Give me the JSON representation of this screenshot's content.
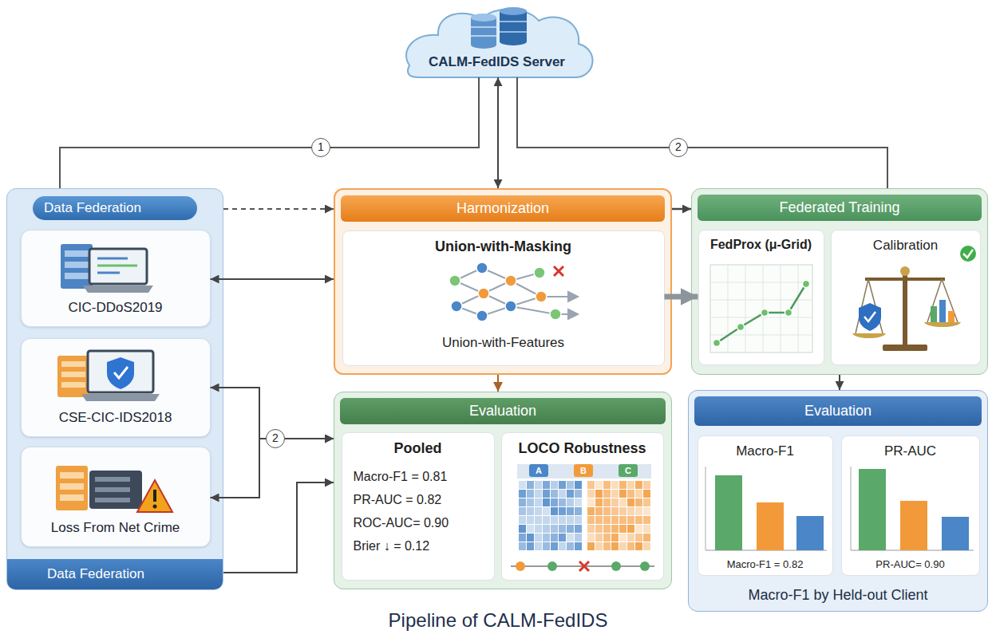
{
  "diagram": {
    "title": "Pipeline of CALM-FedIDS",
    "nodes": [
      {
        "text": [
          "CALM-FedIDS Server"
        ]
      },
      {
        "text": [
          "Data Federation",
          "Data Federation"
        ]
      },
      {
        "text": [
          "CIC-DDoS2019"
        ],
        "in": 1
      },
      {
        "text": [
          "CSE-CIC-IDS2018"
        ],
        "in": 1
      },
      {
        "text": [
          "Loss From Net Crime"
        ],
        "in": 1
      },
      {
        "text": [
          "Harmonization"
        ]
      },
      {
        "text": [
          "Union-with-Masking",
          "Union-with-Features"
        ],
        "in": 5
      },
      {
        "text": [
          "Federated Training"
        ]
      },
      {
        "text": [
          "FedProx (μ-Grid)"
        ],
        "in": 7
      },
      {
        "text": [
          "Calibration"
        ],
        "in": 7
      },
      {
        "text": [
          "Evaluation"
        ]
      },
      {
        "text": [
          "Pooled",
          "Macro-F1 = 0.81",
          "PR-AUC = 0.82",
          "ROC-AUC= 0.90",
          "Brier ↓ = 0.12"
        ],
        "in": 10
      },
      {
        "text": [
          "LOCO Robustness"
        ],
        "in": 10
      },
      {
        "text": [
          "Evaluation",
          "Macro-F1 by Held-out Client"
        ]
      },
      {
        "text": [
          "Macro-F1",
          "Macro-F1 = 0.82"
        ],
        "in": 13
      },
      {
        "text": [
          "PR-AUC",
          "PR-AUC= 0.90"
        ],
        "in": 13
      }
    ],
    "edges": [
      {
        "from": 0,
        "to": 5,
        "arrow": "both"
      },
      {
        "from": 1,
        "to": 0,
        "label": "1",
        "arrow": "none"
      },
      {
        "from": 0,
        "to": 7,
        "label": "2",
        "arrow": "none"
      },
      {
        "from": 1,
        "to": 5,
        "arrow": "to"
      },
      {
        "from": 2,
        "to": 5,
        "arrow": "both"
      },
      {
        "from": 5,
        "to": 7,
        "arrow": "to"
      },
      {
        "from": 6,
        "to": 8,
        "arrow": "to"
      },
      {
        "from": 5,
        "to": 10,
        "arrow": "to"
      },
      {
        "from": 7,
        "to": 13,
        "arrow": "to"
      },
      {
        "from": 3,
        "to": 10,
        "label": "2",
        "arrow": "both"
      },
      {
        "from": 4,
        "to": 10,
        "arrow": "both"
      },
      {
        "from": 1,
        "to": 10,
        "arrow": "to"
      }
    ],
    "labels": [
      "A",
      "B",
      "C"
    ]
  }
}
